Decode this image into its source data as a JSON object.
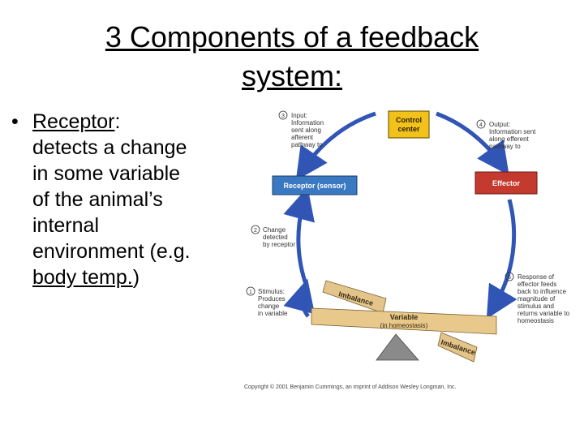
{
  "slide": {
    "title_line1": "3 Components of a feedback",
    "title_line2": "system:",
    "bullet_symbol": "•",
    "term": "Receptor",
    "term_colon": ":",
    "def_line1": "detects a change",
    "def_line2": "in some variable",
    "def_line3": "of the animal’s",
    "def_line4": "internal",
    "def_line5": "environment (e.g.",
    "def_line6_underlined": "body temp.",
    "def_line6_end": ")"
  },
  "diagram": {
    "control_center": [
      "Control",
      "center"
    ],
    "receptor": "Receptor (sensor)",
    "effector": "Effector",
    "step1_num": "1",
    "step1": [
      "Stimulus:",
      "Produces",
      "change",
      "in variable"
    ],
    "step2_num": "2",
    "step2": [
      "Change",
      "detected",
      "by receptor"
    ],
    "step3_num": "3",
    "step3": [
      "Input:",
      "Information",
      "sent along",
      "afferent",
      "pathway to"
    ],
    "step4_num": "4",
    "step4": [
      "Output:",
      "Information sent",
      "along efferent",
      "pathway to"
    ],
    "step5_num": "5",
    "step5": [
      "Response of",
      "effector feeds",
      "back to influence",
      "magnitude of",
      "stimulus and",
      "returns variable to",
      "homeostasis"
    ],
    "imbalance_left": "Imbalance",
    "imbalance_right": "Imbalance",
    "variable": "Variable",
    "variable_sub": "(in homeostasis)",
    "copyright": "Copyright © 2001 Benjamin Cummings, an imprint of Addison Wesley Longman, Inc.",
    "colors": {
      "control": "#f2c21b",
      "receptor": "#3a78c2",
      "effector": "#c43a2e",
      "arrow": "#3155b5",
      "beam": "#e8c98b",
      "fulcrum": "#8a8a8a"
    }
  }
}
